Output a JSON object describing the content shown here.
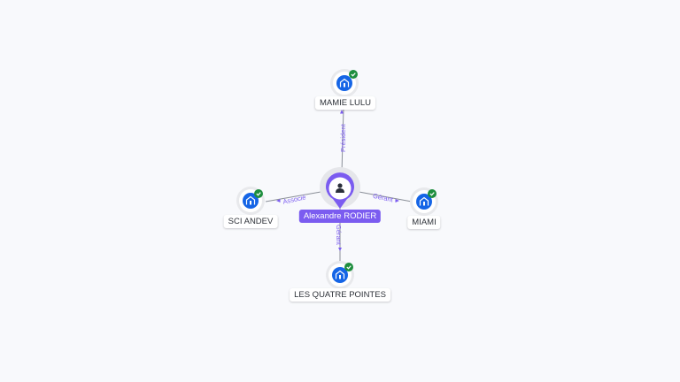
{
  "graph": {
    "center": {
      "label": "Alexandre RODIER",
      "icon": "person-icon",
      "color": "#7b5cf0"
    },
    "companies": [
      {
        "label": "MAMIE LULU",
        "icon": "building-icon",
        "verified": true
      },
      {
        "label": "SCI ANDEV",
        "icon": "building-icon",
        "verified": true
      },
      {
        "label": "MIAMI",
        "icon": "building-icon",
        "verified": true
      },
      {
        "label": "LES QUATRE POINTES",
        "icon": "building-icon",
        "verified": true
      }
    ],
    "relations": [
      {
        "label": "Président",
        "target": "MAMIE LULU"
      },
      {
        "label": "Associé",
        "target": "SCI ANDEV"
      },
      {
        "label": "Gérant",
        "target": "MIAMI"
      },
      {
        "label": "Gérant",
        "target": "LES QUATRE POINTES"
      }
    ],
    "colors": {
      "company_icon": "#1565e6",
      "verified_badge": "#1e8e3e",
      "relation_text": "#7b5cf0"
    }
  }
}
